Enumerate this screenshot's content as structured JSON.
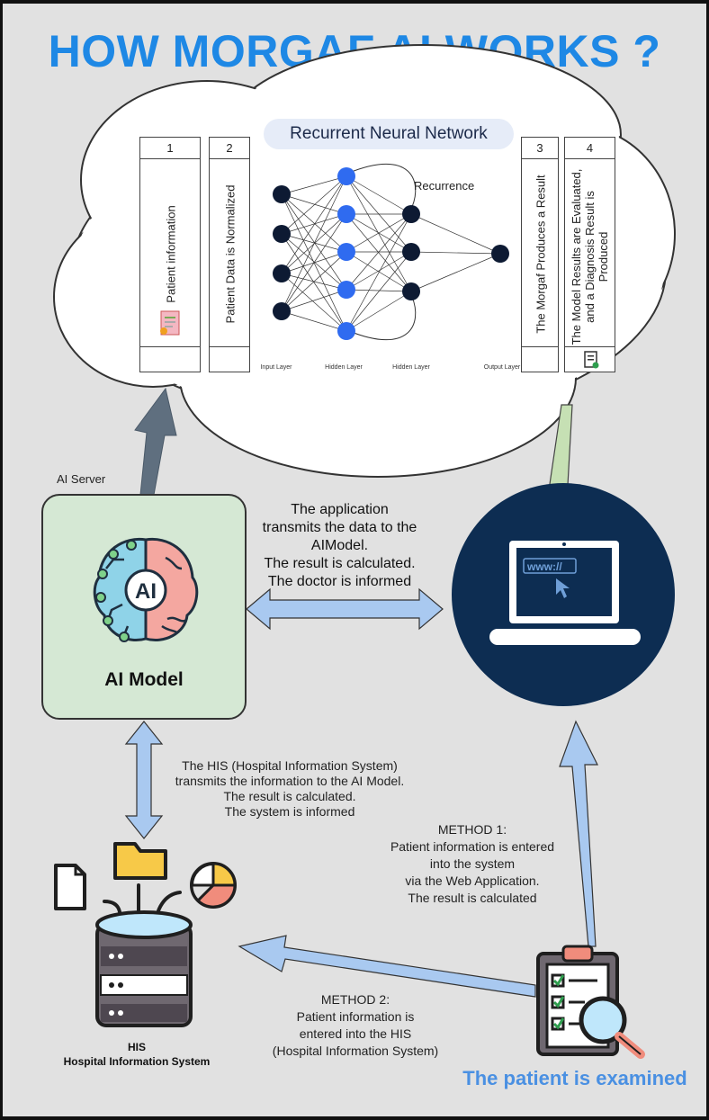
{
  "title": "HOW MORGAF AI WORKS ?",
  "rnn": {
    "title": "Recurrent Neural Network",
    "recurrence_label": "Recurrence",
    "layer_labels": [
      "Input Layer",
      "Hidden Layer",
      "Hidden Layer",
      "Output Layer"
    ],
    "steps": [
      {
        "number": "1",
        "label": "Patient information"
      },
      {
        "number": "2",
        "label": "Patient Data is Normalized"
      },
      {
        "number": "3",
        "label": "The Morgaf Produces a Result"
      },
      {
        "number": "4",
        "label_lines": [
          "The Model Results are Evaluated,",
          "and a Diagnosis Result is",
          "Produced"
        ]
      }
    ]
  },
  "ai_server_label": "AI Server",
  "ai_model": {
    "label": "AI Model",
    "badge": "AI"
  },
  "app_text": [
    "The application",
    "transmits the data to the",
    "AIModel.",
    "The result is calculated.",
    "The doctor is informed"
  ],
  "laptop": {
    "url_text": "www://"
  },
  "his_text": [
    "The HIS (Hospital Information System)",
    "transmits the information to the AI Model.",
    "The result is calculated.",
    "The system is informed"
  ],
  "method1": [
    "METHOD 1:",
    "Patient information is entered",
    "into the system",
    "via the Web Application.",
    "The result is calculated"
  ],
  "method2": [
    "METHOD 2:",
    "Patient information is",
    "entered into the HIS",
    "(Hospital Information System)"
  ],
  "his_label": [
    "HIS",
    "Hospital Information System"
  ],
  "patient_label": "The patient is examined",
  "colors": {
    "title": "#1e88e5",
    "arrow_blue": "#a9c9f0",
    "arrow_green": "#c6e0b4",
    "arrow_gray": "#5f6f7f",
    "laptop_circle": "#0d2d52",
    "node_blue": "#2f6bf0",
    "node_dark": "#0d1a33",
    "ai_box": "#d5e8d4",
    "patient_text": "#4a90e2"
  }
}
